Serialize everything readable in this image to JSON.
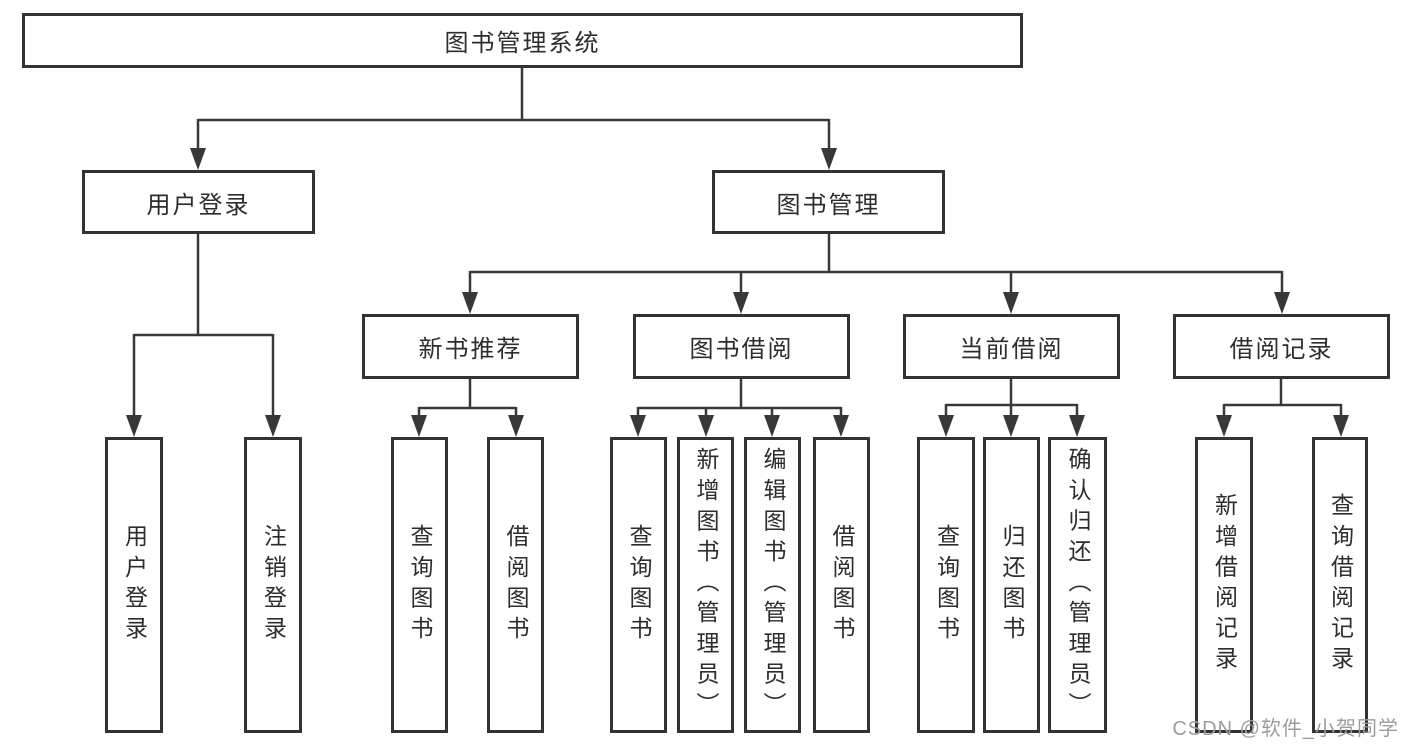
{
  "diagram": {
    "watermark": "CSDN @软件_小贺同学",
    "colors": {
      "line": "#383838",
      "border": "#333333",
      "text": "#2d2d2d",
      "watermark": "#9c9c9c",
      "background": "#ffffff"
    },
    "tree": {
      "label": "图书管理系统",
      "children": [
        {
          "label": "用户登录",
          "children": [
            {
              "label": "用户登录"
            },
            {
              "label": "注销登录"
            }
          ]
        },
        {
          "label": "图书管理",
          "children": [
            {
              "label": "新书推荐",
              "children": [
                {
                  "label": "查询图书"
                },
                {
                  "label": "借阅图书"
                }
              ]
            },
            {
              "label": "图书借阅",
              "children": [
                {
                  "label": "查询图书"
                },
                {
                  "label": "新增图书（管理员）"
                },
                {
                  "label": "编辑图书（管理员）"
                },
                {
                  "label": "借阅图书"
                }
              ]
            },
            {
              "label": "当前借阅",
              "children": [
                {
                  "label": "查询图书"
                },
                {
                  "label": "归还图书"
                },
                {
                  "label": "确认归还（管理员）"
                }
              ]
            },
            {
              "label": "借阅记录",
              "children": [
                {
                  "label": "新增借阅记录"
                },
                {
                  "label": "查询借阅记录"
                }
              ]
            }
          ]
        }
      ]
    }
  }
}
